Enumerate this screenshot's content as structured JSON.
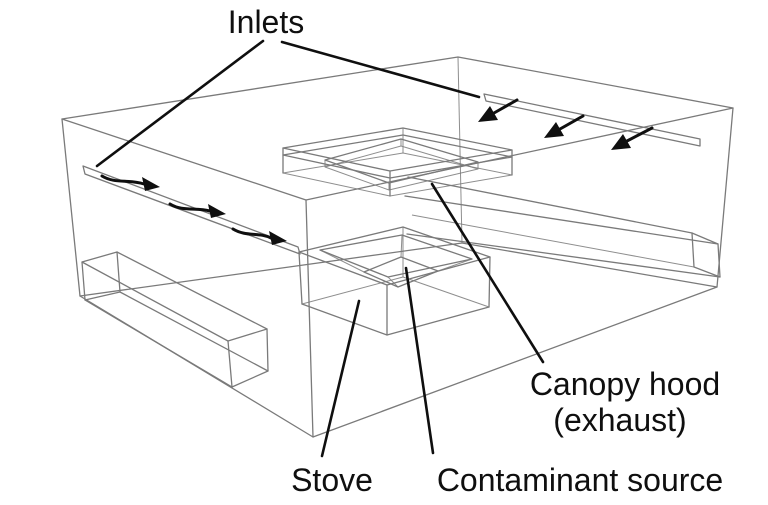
{
  "diagram": {
    "labels": {
      "inlets": "Inlets",
      "stove": "Stove",
      "contaminant_source": "Contaminant source",
      "canopy_hood": "Canopy hood",
      "canopy_hood_sub": "(exhaust)"
    },
    "colors": {
      "background": "#ffffff",
      "wireframe_line": "#7a7a7a",
      "annotation": "#0f0f0f"
    },
    "airflow": {
      "left_inlet_arrow_count": 3,
      "right_inlet_arrow_count": 3
    }
  }
}
